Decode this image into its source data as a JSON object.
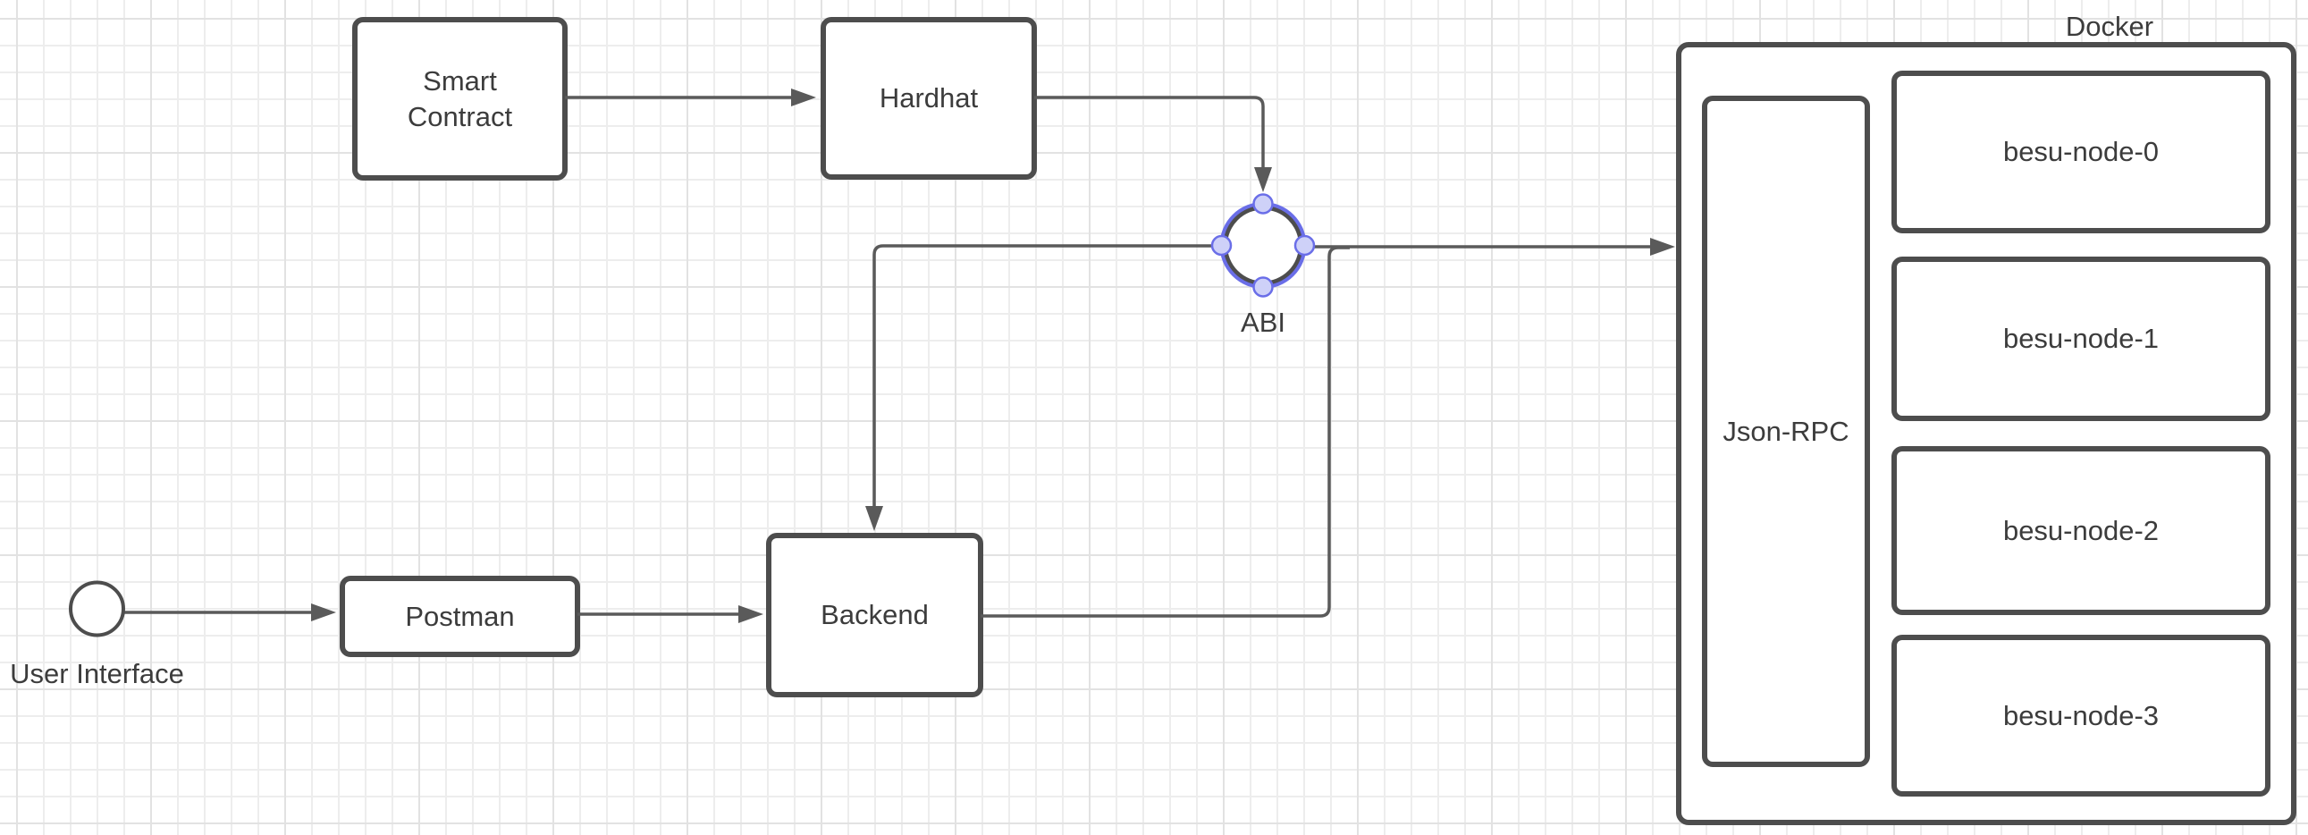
{
  "diagram": {
    "nodes": {
      "smart_contract": {
        "label": "Smart Contract"
      },
      "hardhat": {
        "label": "Hardhat"
      },
      "abi": {
        "label": "ABI",
        "selected": true
      },
      "user_interface": {
        "label": "User Interface"
      },
      "postman": {
        "label": "Postman"
      },
      "backend": {
        "label": "Backend"
      },
      "docker": {
        "label": "Docker"
      },
      "json_rpc": {
        "label": "Json-RPC"
      },
      "besu_nodes": [
        {
          "label": "besu-node-0"
        },
        {
          "label": "besu-node-1"
        },
        {
          "label": "besu-node-2"
        },
        {
          "label": "besu-node-3"
        }
      ]
    },
    "colors": {
      "shape_border": "#4d4d4d",
      "edge": "#5a5a5a",
      "text": "#3c3c3c",
      "selection_accent": "#6a6ee8",
      "selection_handle_fill": "#ced1f8",
      "grid_minor": "#ededed",
      "grid_major": "#e2e2e2",
      "background": "#ffffff"
    }
  }
}
